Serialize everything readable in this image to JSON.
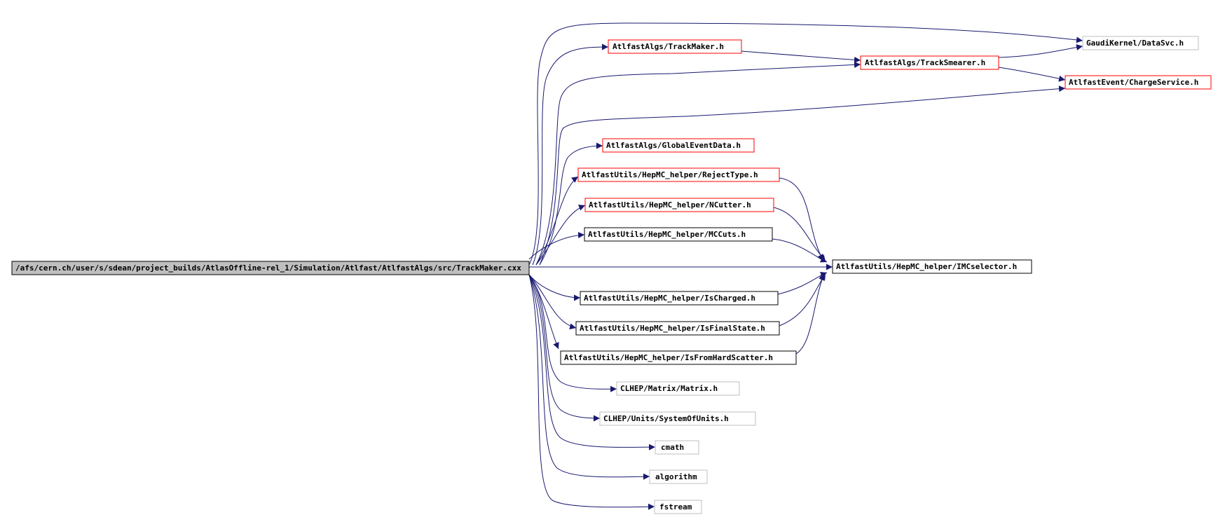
{
  "root": {
    "label": "/afs/cern.ch/user/s/sdean/project_builds/AtlasOffline-rel_1/Simulation/Atlfast/AtlfastAlgs/src/TrackMaker.cxx"
  },
  "nodes": {
    "gaudi_datasvc": "GaudiKernel/DataSvc.h",
    "trackmaker_h": "AtlfastAlgs/TrackMaker.h",
    "tracksmearer_h": "AtlfastAlgs/TrackSmearer.h",
    "chargeservice_h": "AtlfastEvent/ChargeService.h",
    "globaleventdata_h": "AtlfastAlgs/GlobalEventData.h",
    "rejecttype_h": "AtlfastUtils/HepMC_helper/RejectType.h",
    "ncutter_h": "AtlfastUtils/HepMC_helper/NCutter.h",
    "mccuts_h": "AtlfastUtils/HepMC_helper/MCCuts.h",
    "imcselector_h": "AtlfastUtils/HepMC_helper/IMCselector.h",
    "ischarged_h": "AtlfastUtils/HepMC_helper/IsCharged.h",
    "isfinalstate_h": "AtlfastUtils/HepMC_helper/IsFinalState.h",
    "isfromhardscatter_h": "AtlfastUtils/HepMC_helper/IsFromHardScatter.h",
    "clhep_matrix_h": "CLHEP/Matrix/Matrix.h",
    "clhep_units_h": "CLHEP/Units/SystemOfUnits.h",
    "cmath": "cmath",
    "algorithm": "algorithm",
    "fstream": "fstream"
  },
  "colors": {
    "edge": "#191970",
    "root_fill": "#bfbfbf",
    "border_documented": "#ff0000",
    "border_plain": "#000000",
    "border_external": "#bfbfbf"
  }
}
